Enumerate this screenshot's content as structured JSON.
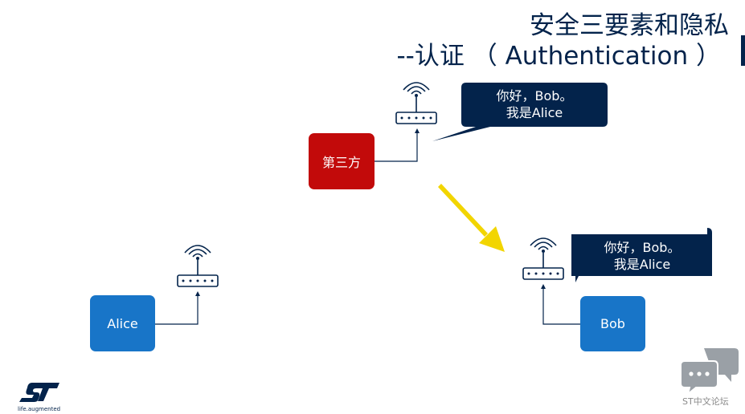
{
  "title": {
    "line1": "安全三要素和隐私",
    "line2": "--认证 （ Authentication ）"
  },
  "nodes": {
    "third_party": "第三方",
    "alice": "Alice",
    "bob": "Bob"
  },
  "messages": {
    "intercepted": {
      "line1": "你好，Bob。",
      "line2": "我是Alice"
    },
    "delivered": {
      "line1": "你好，Bob。",
      "line2": "我是Alice"
    }
  },
  "footer": {
    "forum_label": "ST中文论坛",
    "logo_tagline": "life.augmented"
  },
  "colors": {
    "navy": "#03234b",
    "red": "#c20a0a",
    "blue": "#1875c8",
    "arrow": "#f2d500",
    "forum_icon": "#9aa0a6"
  },
  "icons": [
    "router-icon",
    "chat-bubbles-icon",
    "st-logo-icon"
  ]
}
